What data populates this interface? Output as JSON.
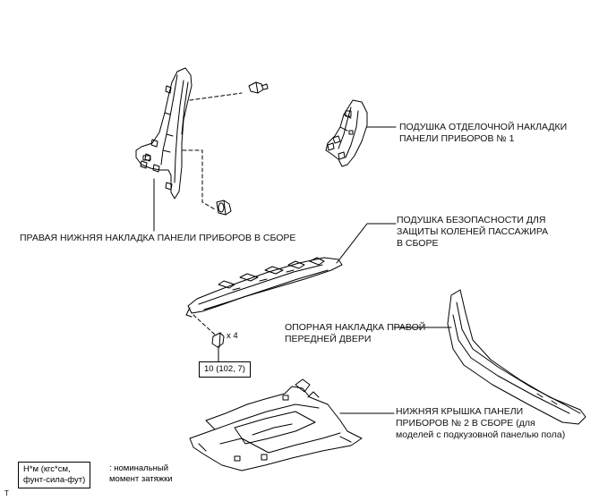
{
  "callouts": {
    "cushion_trim": [
      "ПОДУШКА ОТДЕЛОЧНОЙ НАКЛАДКИ",
      "ПАНЕЛИ ПРИБОРОВ № 1"
    ],
    "lower_trim": [
      "ПРАВАЯ НИЖНЯЯ НАКЛАДКА ПАНЕЛИ ПРИБОРОВ В СБОРЕ"
    ],
    "knee_airbag": [
      "ПОДУШКА БЕЗОПАСНОСТИ ДЛЯ",
      "ЗАЩИТЫ КОЛЕНЕЙ ПАССАЖИРА",
      "В СБОРЕ"
    ],
    "door_scuff": [
      "ОПОРНАЯ НАКЛАДКА ПРАВОЙ",
      "ПЕРЕДНЕЙ ДВЕРИ"
    ],
    "lower_cover": [
      "НИЖНЯЯ КРЫШКА ПАНЕЛИ",
      "ПРИБОРОВ № 2 В СБОРЕ (для",
      "моделей с подкузовной панелью пола)"
    ]
  },
  "bolt_qty": "x 4",
  "torque_value": "10 (102, 7)",
  "legend": {
    "box_lines": [
      "Н*м (кгс*см,",
      "фунт-сила-фут)"
    ],
    "desc_lines": [
      ": номинальный",
      "момент затяжки"
    ]
  },
  "corner_mark": "T"
}
